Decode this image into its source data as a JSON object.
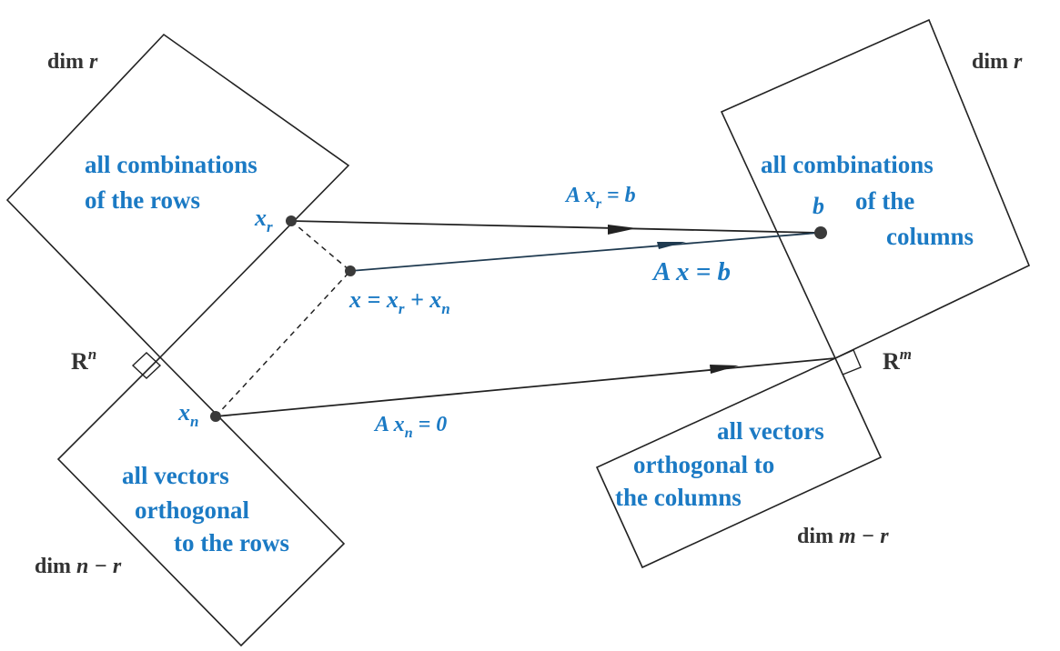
{
  "colors": {
    "label_blue": "#1b7ac4",
    "label_dark": "#333333",
    "line": "#222222",
    "vector_dark": "#1f3a50"
  },
  "left": {
    "dim_top": {
      "word": "dim",
      "var": "r"
    },
    "row_space": {
      "line1": "all combinations",
      "line2": "of the rows"
    },
    "null_space": {
      "line1": "all vectors",
      "line2": "orthogonal",
      "line3": "to the rows"
    },
    "space_name": {
      "base": "R",
      "sup": "n"
    },
    "dim_bottom": {
      "word": "dim",
      "expr": "n − r"
    }
  },
  "right": {
    "dim_top": {
      "word": "dim",
      "var": "r"
    },
    "column_space": {
      "line1": "all combinations",
      "line2": "of the",
      "line3": "columns"
    },
    "left_null_space": {
      "line1": "all vectors",
      "line2": "orthogonal to",
      "line3": "the columns"
    },
    "space_name": {
      "base": "R",
      "sup": "m"
    },
    "dim_bottom": {
      "word": "dim",
      "expr": "m − r"
    }
  },
  "points": {
    "xr": {
      "base": "x",
      "sub": "r"
    },
    "xn": {
      "base": "x",
      "sub": "n"
    },
    "b": "b",
    "x_sum": {
      "lhs": "x = x",
      "sub1": "r",
      "plus": " + x",
      "sub2": "n"
    }
  },
  "equations": {
    "axr": {
      "pre": "A x",
      "sub": "r",
      "post": " = b"
    },
    "ax": "A x = b",
    "axn": {
      "pre": "A x",
      "sub": "n",
      "post": " = 0"
    }
  }
}
